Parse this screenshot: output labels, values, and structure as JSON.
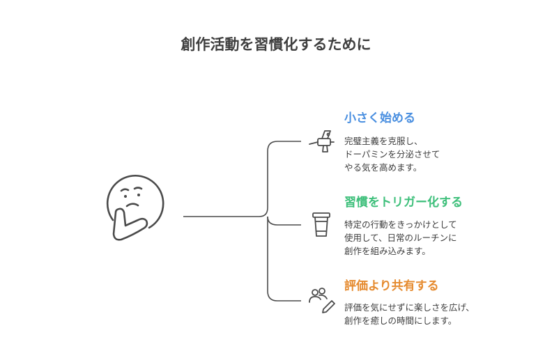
{
  "title": "創作活動を習慣化するために",
  "colors": {
    "line": "#4a4a4a",
    "blue": "#4a8fe0",
    "green": "#3dbf7a",
    "orange": "#e58a2e"
  },
  "items": [
    {
      "title": "小さく始める",
      "color": "#4a8fe0",
      "icon": "airbrush-icon",
      "desc": [
        "完璧主義を克服し、",
        "ドーパミンを分泌させて",
        "やる気を高めます。"
      ]
    },
    {
      "title": "習慣をトリガー化する",
      "color": "#3dbf7a",
      "icon": "coffee-cup-icon",
      "desc": [
        "特定の行動をきっかけとして",
        "使用して、日常のルーチンに",
        "創作を組み込みます。"
      ]
    },
    {
      "title": "評価より共有する",
      "color": "#e58a2e",
      "icon": "people-pencil-icon",
      "desc": [
        "評価を気にせずに楽しさを広げ、",
        "創作を癒しの時間にします。"
      ]
    }
  ],
  "center_icon": "thinking-face-icon"
}
